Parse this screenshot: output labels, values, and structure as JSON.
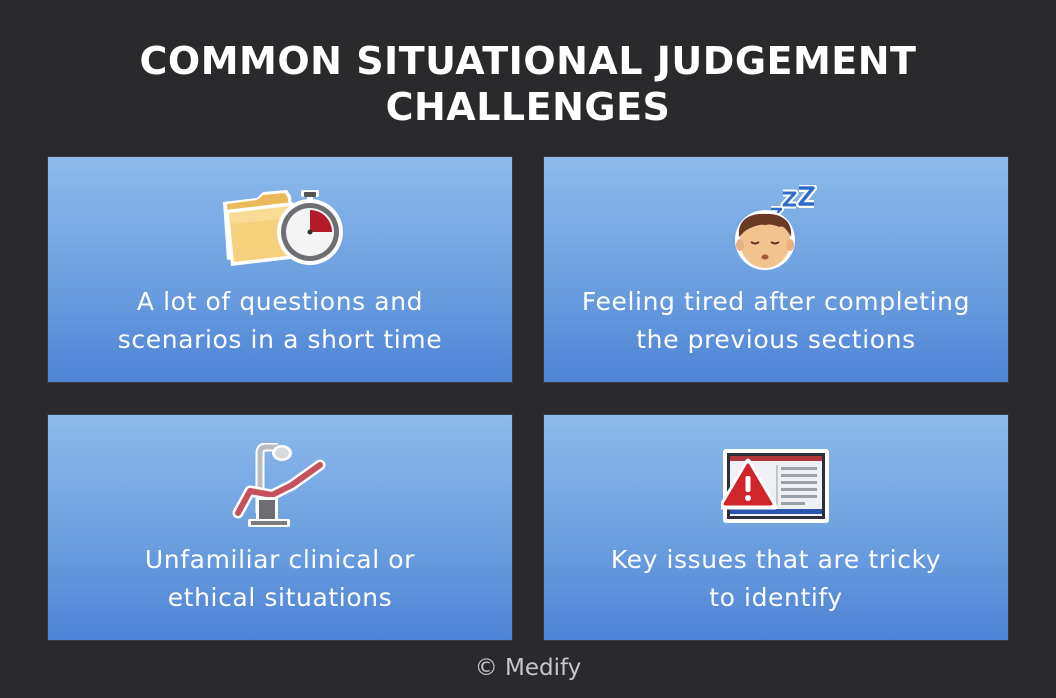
{
  "title": {
    "line1": "COMMON SITUATIONAL JUDGEMENT",
    "line2": "CHALLENGES"
  },
  "cards": [
    {
      "icon": "folder-stopwatch-icon",
      "line1": "A lot of questions and",
      "line2": "scenarios in a short time"
    },
    {
      "icon": "sleeping-face-icon",
      "line1": "Feeling tired after completing",
      "line2": "the previous sections"
    },
    {
      "icon": "dental-chair-icon",
      "line1": "Unfamiliar clinical or",
      "line2": "ethical situations"
    },
    {
      "icon": "warning-document-icon",
      "line1": "Key issues that are tricky",
      "line2": "to identify"
    }
  ],
  "footer": {
    "copyright": "© Medify"
  },
  "colors": {
    "background": "#2a2a2c",
    "card_top": "#8cbaea",
    "card_bottom": "#4f83d6",
    "text": "#ffffff",
    "warning_red": "#d0262b"
  }
}
